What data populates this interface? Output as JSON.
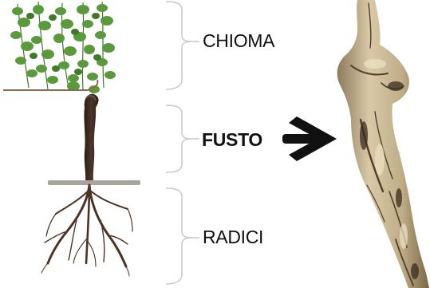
{
  "diagram": {
    "labels": {
      "crown": "CHIOMA",
      "trunk": "FUSTO",
      "roots": "RADICI"
    },
    "emphasized_label": "trunk",
    "icons": {
      "pointer": "arrow-right-icon"
    },
    "colors": {
      "text": "#111111",
      "bracket": "#c9c9c9",
      "foliage": "#5a9a3c",
      "foliage_dark": "#3f7a2a",
      "trunk": "#3b2a1f",
      "roots": "#4a3426",
      "soil": "#a9a59c",
      "wood_photo": "#c9b898",
      "arrow": "#111111"
    }
  }
}
